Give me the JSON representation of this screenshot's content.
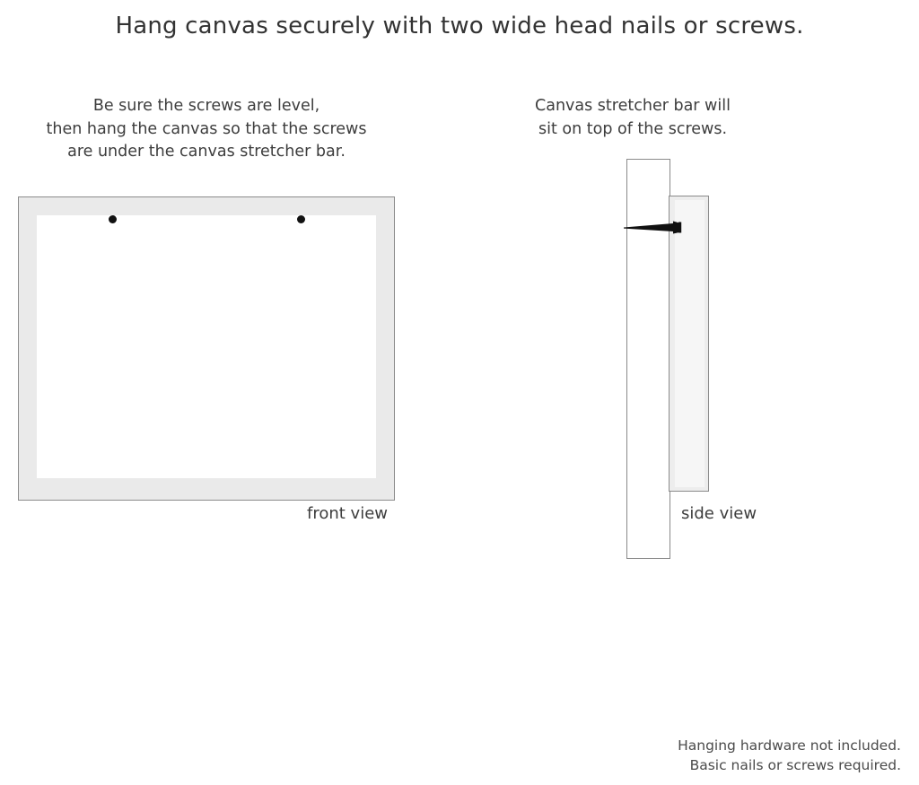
{
  "headline": "Hang canvas securely with two wide head nails or screws.",
  "captions": {
    "left": {
      "line1": "Be sure the screws are level,",
      "line2": "then hang the canvas so that the screws",
      "line3": "are under the canvas stretcher bar."
    },
    "right": {
      "line1": "Canvas stretcher bar will",
      "line2": "sit on top of the screws."
    }
  },
  "diagrams": {
    "front": {
      "label": "front view",
      "frame_color": "#eaeaea",
      "frame_border_color": "#8c8c8c",
      "mat_color": "#ffffff",
      "screw_color": "#111111",
      "screw_count": 2
    },
    "side": {
      "label": "side view",
      "wall_color": "#ffffff",
      "wall_border_color": "#8a8a8a",
      "bar_color": "#ededed",
      "bar_inner_color": "#f6f6f6",
      "screw_color": "#111111"
    }
  },
  "footer": {
    "line1": "Hanging hardware not included.",
    "line2": "Basic nails or screws required."
  }
}
